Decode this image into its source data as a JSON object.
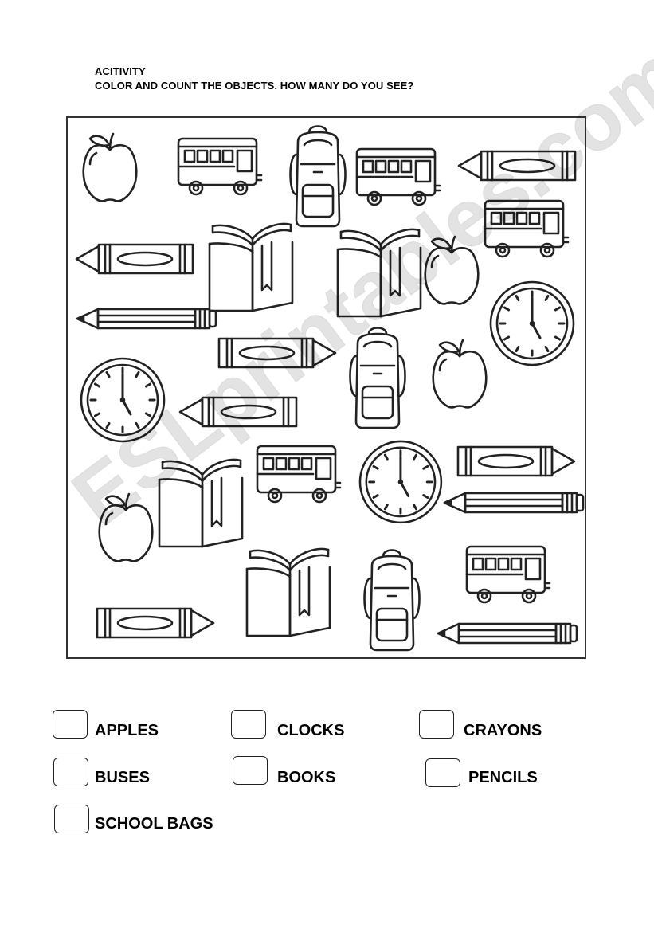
{
  "heading": {
    "line1": "ACITIVITY",
    "line2": "COLOR AND COUNT THE OBJECTS. HOW MANY DO YOU SEE?"
  },
  "watermark": "ESLprintables.com",
  "counts": [
    {
      "label": "APPLES"
    },
    {
      "label": "CLOCKS"
    },
    {
      "label": "CRAYONS"
    },
    {
      "label": "BUSES"
    },
    {
      "label": "BOOKS"
    },
    {
      "label": "PENCILS"
    },
    {
      "label": "SCHOOL BAGS"
    }
  ],
  "clock_time": "5:00"
}
